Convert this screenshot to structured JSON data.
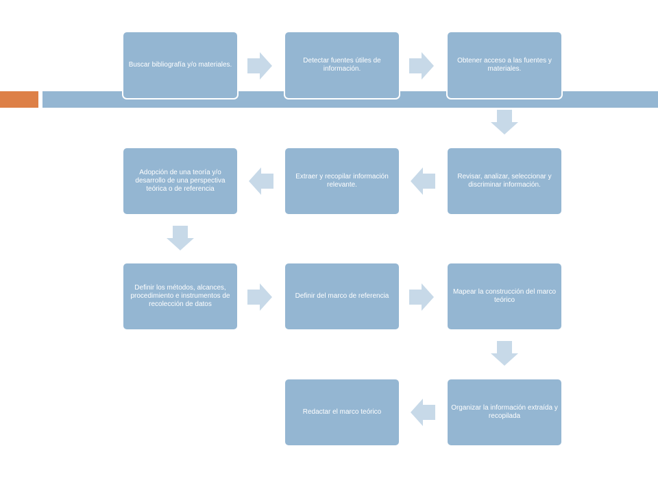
{
  "steps": [
    "Buscar bibliografía y/o materiales.",
    "Detectar fuentes útiles de información.",
    "Obtener acceso a las fuentes y materiales.",
    "Revisar, analizar, seleccionar y discriminar información.",
    "Extraer y recopilar información relevante.",
    "Adopción de una teoría y/o desarrollo de una perspectiva teórica o de referencia",
    "Definir los métodos, alcances, procedimiento e instrumentos de recolección de datos",
    "Definir del marco de referencia",
    "Mapear la construcción del marco teórico",
    "Organizar la información extraída y recopilada",
    "Redactar el marco teórico"
  ],
  "colors": {
    "box": "#94b6d2",
    "arrow": "#c7d9e8",
    "accent": "#dd8047",
    "text": "#ffffff"
  }
}
